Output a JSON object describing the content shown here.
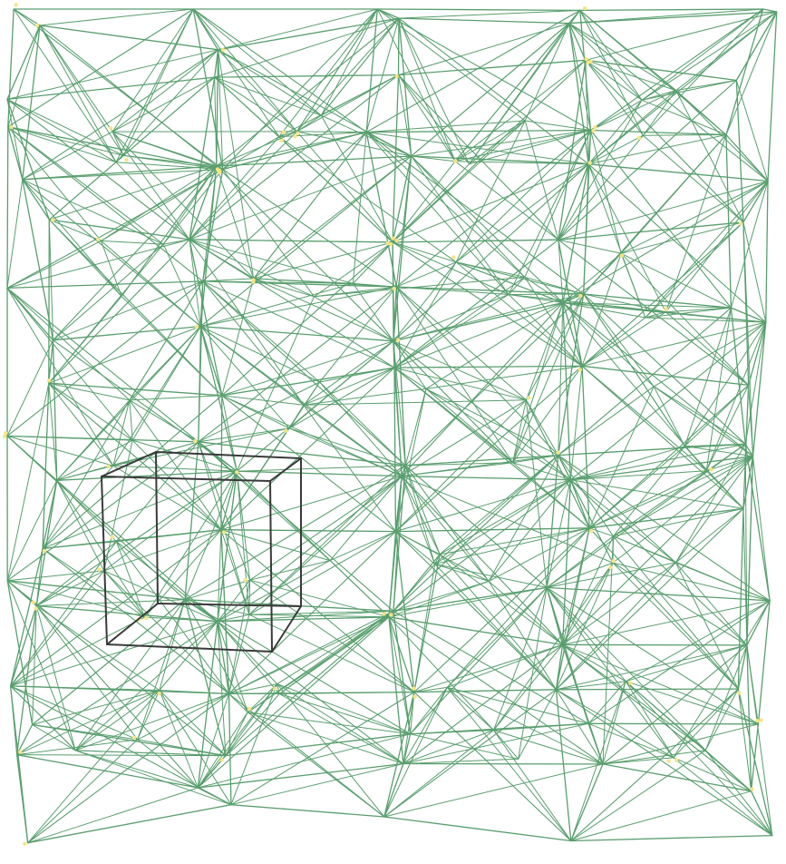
{
  "figure": {
    "type": "wireframe-mesh-3d",
    "description_visible_text": "",
    "colors": {
      "background": "#ffffff",
      "mesh_edge": "#5a9e6f",
      "mesh_edge_dark": "#4e8a60",
      "selection_box": "#3a3a3a",
      "vertex_dot": "#f3e58a"
    },
    "grid": {
      "columns": 4,
      "rows": 5,
      "layers": 3
    },
    "selection_box_cell": {
      "col": 0,
      "row": 3
    }
  }
}
